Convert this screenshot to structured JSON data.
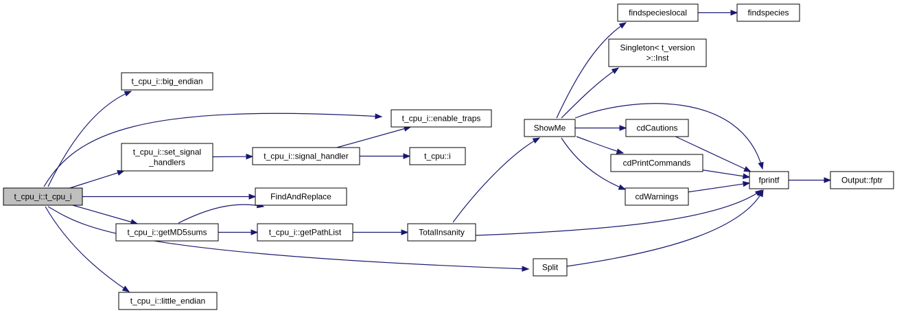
{
  "nodes": [
    {
      "id": "t_cpu_i_ctor",
      "lines": [
        "t_cpu_i::t_cpu_i"
      ],
      "root": true
    },
    {
      "id": "big_endian",
      "lines": [
        "t_cpu_i::big_endian"
      ]
    },
    {
      "id": "set_signal_handlers",
      "lines": [
        "t_cpu_i::set_signal",
        "_handlers"
      ]
    },
    {
      "id": "getMD5sums",
      "lines": [
        "t_cpu_i::getMD5sums"
      ]
    },
    {
      "id": "little_endian",
      "lines": [
        "t_cpu_i::little_endian"
      ]
    },
    {
      "id": "signal_handler",
      "lines": [
        "t_cpu_i::signal_handler"
      ]
    },
    {
      "id": "FindAndReplace",
      "lines": [
        "FindAndReplace"
      ]
    },
    {
      "id": "getPathList",
      "lines": [
        "t_cpu_i::getPathList"
      ]
    },
    {
      "id": "enable_traps",
      "lines": [
        "t_cpu_i::enable_traps"
      ]
    },
    {
      "id": "t_cpu_i_func",
      "lines": [
        "t_cpu::i"
      ]
    },
    {
      "id": "TotalInsanity",
      "lines": [
        "TotalInsanity"
      ]
    },
    {
      "id": "Split",
      "lines": [
        "Split"
      ]
    },
    {
      "id": "ShowMe",
      "lines": [
        "ShowMe"
      ]
    },
    {
      "id": "findspecieslocal",
      "lines": [
        "findspecieslocal"
      ]
    },
    {
      "id": "Singleton_Inst",
      "lines": [
        "Singleton< t_version",
        ">::Inst"
      ]
    },
    {
      "id": "cdCautions",
      "lines": [
        "cdCautions"
      ]
    },
    {
      "id": "cdPrintCommands",
      "lines": [
        "cdPrintCommands"
      ]
    },
    {
      "id": "cdWarnings",
      "lines": [
        "cdWarnings"
      ]
    },
    {
      "id": "findspecies",
      "lines": [
        "findspecies"
      ]
    },
    {
      "id": "fprintf",
      "lines": [
        "fprintf"
      ]
    },
    {
      "id": "Output_fptr",
      "lines": [
        "Output::fptr"
      ]
    }
  ],
  "edges": [
    {
      "from": "t_cpu_i_ctor",
      "to": "big_endian"
    },
    {
      "from": "t_cpu_i_ctor",
      "to": "enable_traps"
    },
    {
      "from": "t_cpu_i_ctor",
      "to": "set_signal_handlers"
    },
    {
      "from": "t_cpu_i_ctor",
      "to": "FindAndReplace"
    },
    {
      "from": "t_cpu_i_ctor",
      "to": "getMD5sums"
    },
    {
      "from": "t_cpu_i_ctor",
      "to": "Split"
    },
    {
      "from": "t_cpu_i_ctor",
      "to": "little_endian"
    },
    {
      "from": "set_signal_handlers",
      "to": "signal_handler"
    },
    {
      "from": "signal_handler",
      "to": "enable_traps"
    },
    {
      "from": "signal_handler",
      "to": "t_cpu_i_func"
    },
    {
      "from": "getMD5sums",
      "to": "FindAndReplace"
    },
    {
      "from": "getMD5sums",
      "to": "getPathList"
    },
    {
      "from": "getPathList",
      "to": "TotalInsanity"
    },
    {
      "from": "TotalInsanity",
      "to": "ShowMe"
    },
    {
      "from": "TotalInsanity",
      "to": "fprintf"
    },
    {
      "from": "Split",
      "to": "fprintf"
    },
    {
      "from": "ShowMe",
      "to": "findspecieslocal"
    },
    {
      "from": "ShowMe",
      "to": "Singleton_Inst"
    },
    {
      "from": "ShowMe",
      "to": "fprintf"
    },
    {
      "from": "ShowMe",
      "to": "cdCautions"
    },
    {
      "from": "ShowMe",
      "to": "cdPrintCommands"
    },
    {
      "from": "ShowMe",
      "to": "cdWarnings"
    },
    {
      "from": "findspecieslocal",
      "to": "findspecies"
    },
    {
      "from": "cdCautions",
      "to": "fprintf"
    },
    {
      "from": "cdPrintCommands",
      "to": "fprintf"
    },
    {
      "from": "cdWarnings",
      "to": "fprintf"
    },
    {
      "from": "fprintf",
      "to": "Output_fptr"
    }
  ],
  "colors": {
    "edge": "#191970",
    "root_fill": "#bfbfbf",
    "node_fill": "#ffffff",
    "node_border": "#000000"
  }
}
